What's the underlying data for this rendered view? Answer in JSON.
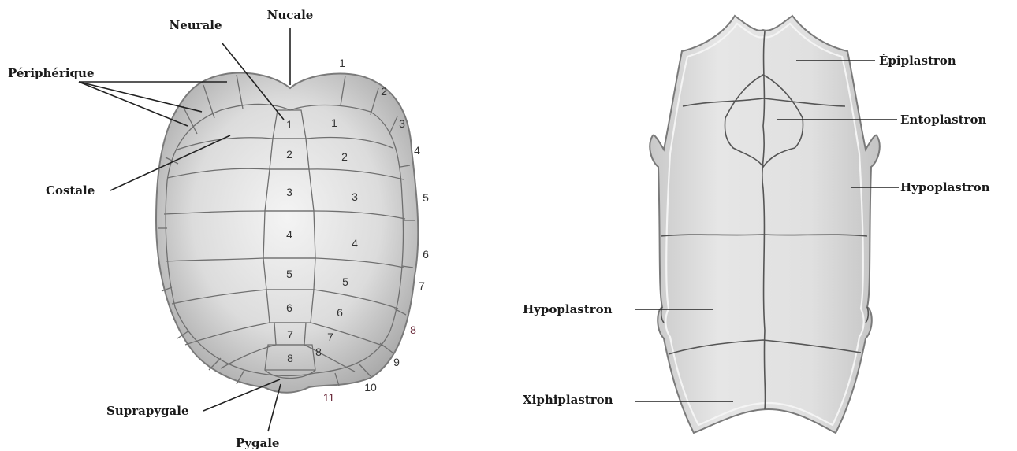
{
  "carapace": {
    "labels": {
      "nucale": "Nucale",
      "neurale": "Neurale",
      "peripherique": "Périphérique",
      "costale": "Costale",
      "suprapygale": "Suprapygale",
      "pygale": "Pygale"
    },
    "neural_numbers": [
      "1",
      "2",
      "3",
      "4",
      "5",
      "6",
      "7",
      "8"
    ],
    "costal_numbers": [
      "1",
      "2",
      "3",
      "4",
      "5",
      "6",
      "7",
      "8"
    ],
    "peripheral_numbers": [
      "1",
      "2",
      "3",
      "4",
      "5",
      "6",
      "7",
      "8",
      "9",
      "10",
      "11"
    ]
  },
  "plastron": {
    "labels": {
      "epiplastron": "Épiplastron",
      "entoplastron": "Entoplastron",
      "hypoplastron_right": "Hypoplastron",
      "hypoplastron_left": "Hypoplastron",
      "xiphiplastron": "Xiphiplastron"
    }
  },
  "colors": {
    "shell_fill": "#d4d4d4",
    "shell_light": "#eeeeee",
    "shell_edge": "#8a8a8a",
    "leader_line": "#222222"
  }
}
